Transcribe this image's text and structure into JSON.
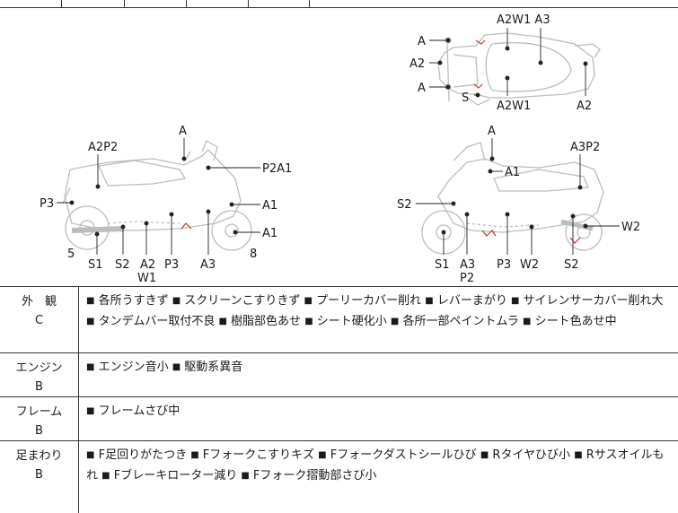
{
  "diagram": {
    "top_view": {
      "A2W1A3": "A2W1 A3",
      "A_top": "A",
      "A2_left": "A2",
      "A_bottom": "A",
      "S": "S",
      "A2W1_bottom": "A2W1",
      "A2_right": "A2"
    },
    "left_view": {
      "A": "A",
      "A2P2": "A2P2",
      "P2A1": "P2A1",
      "P3": "P3",
      "A1_top": "A1",
      "A1_bottom": "A1",
      "n5": "5",
      "n8": "8",
      "S1": "S1",
      "S2": "S2",
      "A2": "A2",
      "W1": "W1",
      "P3_b": "P3",
      "A3": "A3"
    },
    "right_view": {
      "A": "A",
      "A3P2": "A3P2",
      "A1": "A1",
      "S2_left": "S2",
      "W2_right": "W2",
      "S1": "S1",
      "A3": "A3",
      "P2": "P2",
      "P3": "P3",
      "W2": "W2",
      "S2_b": "S2"
    }
  },
  "rows": [
    {
      "name": "外　観",
      "grade": "C",
      "items": [
        "各所うすきず",
        "スクリーンこすりきず",
        "プーリーカバー削れ",
        "レバーまがり",
        "サイレンサーカバー削れ大",
        "タンデムバー取付不良",
        "樹脂部色あせ",
        "シート硬化小",
        "各所一部ペイントムラ",
        "シート色あせ中"
      ]
    },
    {
      "name": "エンジン",
      "grade": "B",
      "items": [
        "エンジン音小",
        "駆動系異音"
      ]
    },
    {
      "name": "フレーム",
      "grade": "B",
      "items": [
        "フレームさび中"
      ]
    },
    {
      "name": "足まわり",
      "grade": "B",
      "items": [
        "F足回りがたつき",
        "Fフォークこすりキズ",
        "Fフォークダストシールひび",
        "Rタイヤひび小",
        "Rサスオイルもれ",
        "Fブレーキローター減り",
        "Fフォーク摺動部さび小"
      ]
    }
  ],
  "bullet": "■"
}
